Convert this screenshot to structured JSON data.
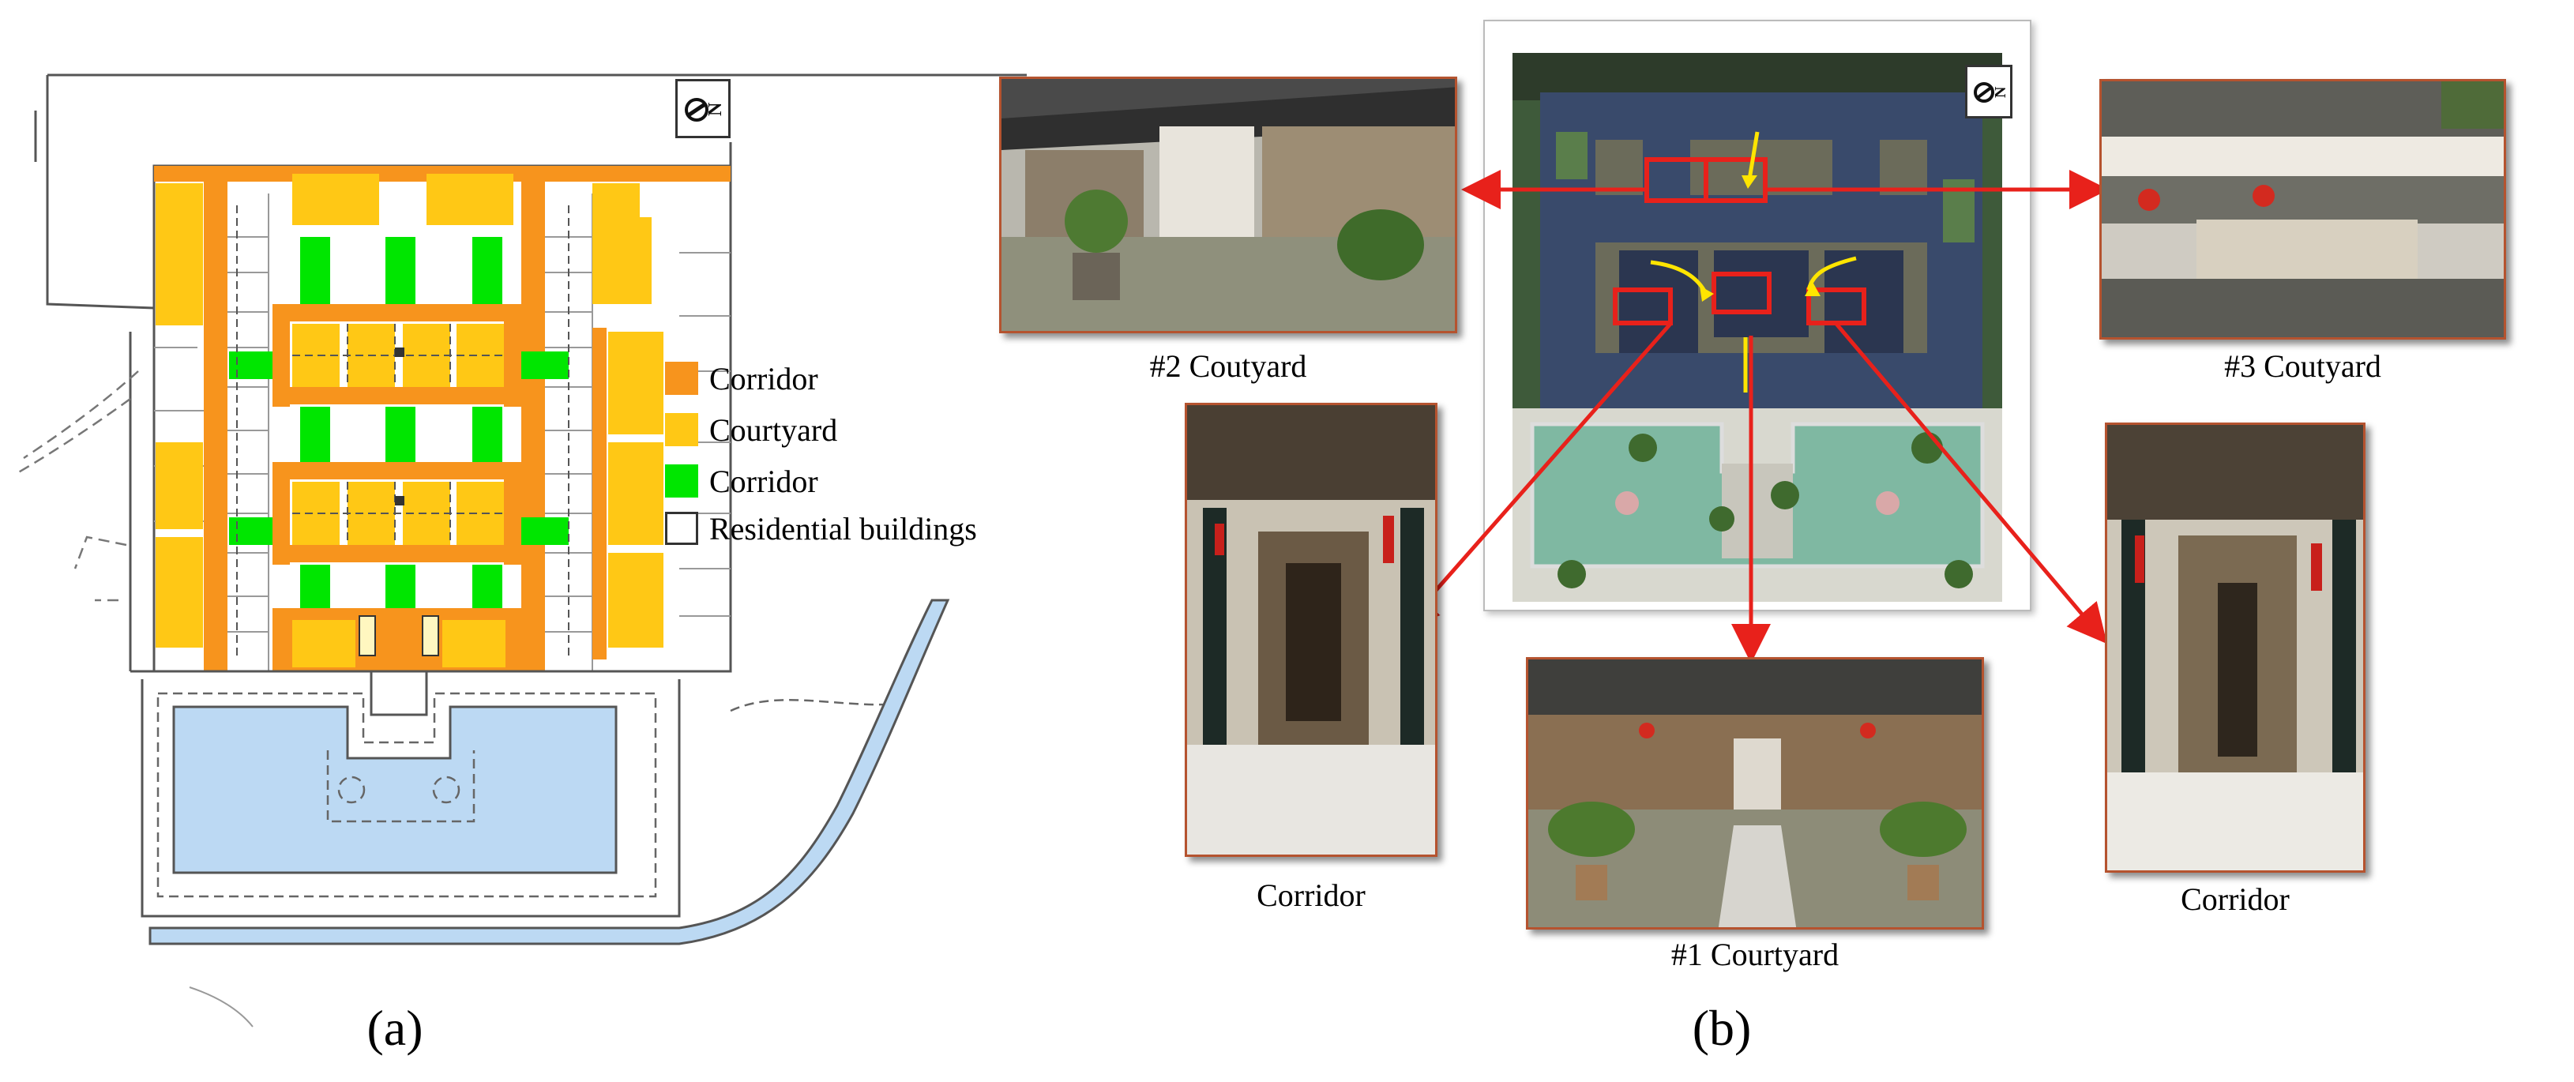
{
  "panels": {
    "a": {
      "label": "(a)"
    },
    "b": {
      "label": "(b)"
    }
  },
  "legend": {
    "items": [
      {
        "label": "Corridor",
        "color": "#f7941d"
      },
      {
        "label": "Courtyard",
        "color": "#ffc815"
      },
      {
        "label": "Corridor",
        "color": "#00e600"
      },
      {
        "label": "Residential buildings",
        "color": "#ffffff"
      }
    ]
  },
  "north_arrow": {
    "letter": "N",
    "icon": "north-arrow-icon"
  },
  "photos": {
    "courtyard_2": {
      "caption": "#2 Coutyard"
    },
    "courtyard_3": {
      "caption": "#3 Coutyard"
    },
    "courtyard_1": {
      "caption": "#1 Courtyard"
    },
    "corridor_left": {
      "caption": "Corridor"
    },
    "corridor_right": {
      "caption": "Corridor"
    }
  },
  "colors": {
    "corridor_orange": "#f7941d",
    "courtyard_yellow": "#ffc815",
    "corridor_green": "#00e600",
    "water": "#bcd9f3",
    "highlight_red": "#e8211b",
    "arrow_yellow": "#ffe500"
  }
}
